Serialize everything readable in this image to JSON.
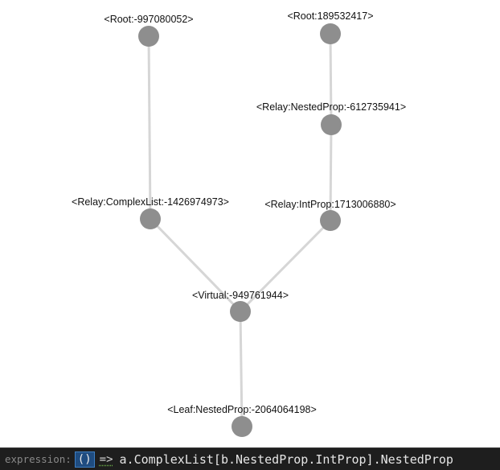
{
  "graph": {
    "nodes": [
      {
        "id": "n1",
        "label": "<Root:-997080052>"
      },
      {
        "id": "n2",
        "label": "<Root:189532417>"
      },
      {
        "id": "n3",
        "label": "<Relay:NestedProp:-612735941>"
      },
      {
        "id": "n4",
        "label": "<Relay:ComplexList:-1426974973>"
      },
      {
        "id": "n5",
        "label": "<Relay:IntProp:1713006880>"
      },
      {
        "id": "n6",
        "label": "<Virtual:-949761944>"
      },
      {
        "id": "n7",
        "label": "<Leaf:NestedProp:-2064064198>"
      }
    ],
    "edges": [
      {
        "from": "n1",
        "to": "n4"
      },
      {
        "from": "n2",
        "to": "n3"
      },
      {
        "from": "n3",
        "to": "n5"
      },
      {
        "from": "n4",
        "to": "n6"
      },
      {
        "from": "n5",
        "to": "n6"
      },
      {
        "from": "n6",
        "to": "n7"
      }
    ],
    "colors": {
      "node": "#8e8e8e",
      "edge": "#d6d6d6",
      "label": "#111111"
    }
  },
  "expression_bar": {
    "label": "expression:",
    "params": "()",
    "arrow": "=>",
    "body": "a.ComplexList[b.NestedProp.IntProp].NestedProp",
    "colors": {
      "background": "#1e1e1e",
      "params_highlight": "#1f4c80"
    }
  }
}
